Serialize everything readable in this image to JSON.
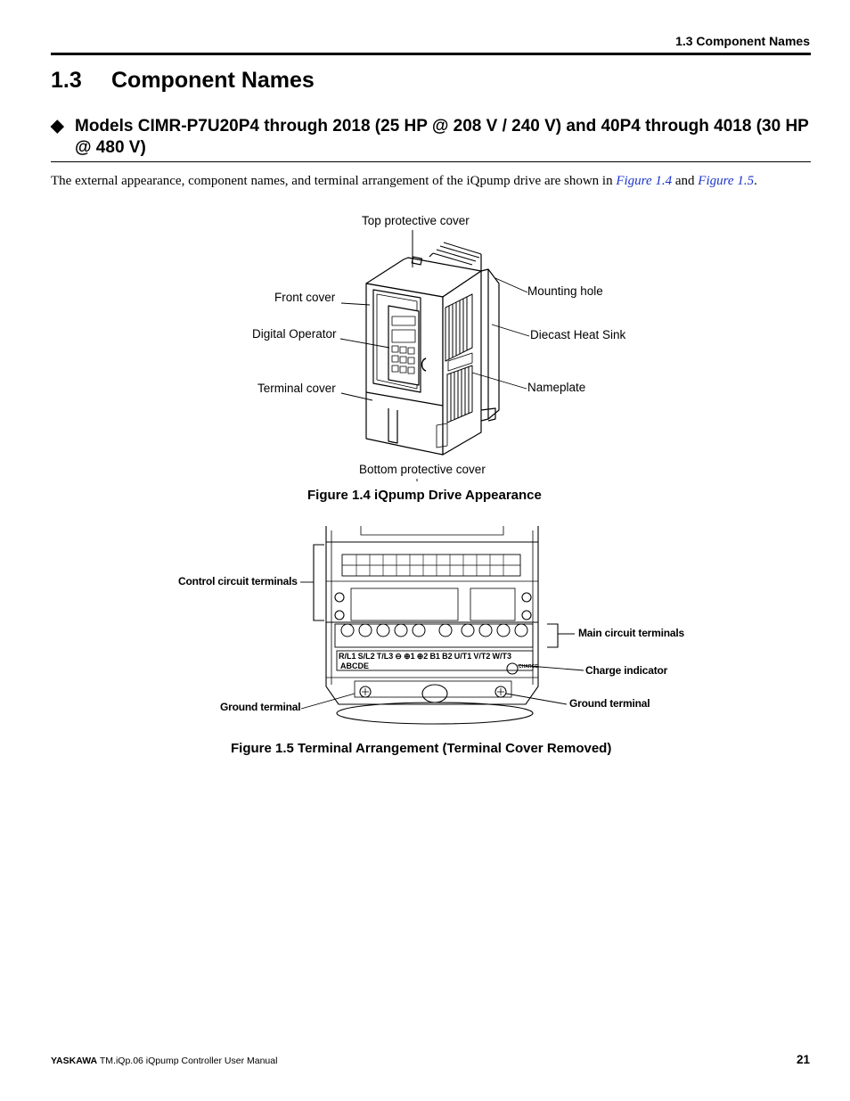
{
  "running_head": "1.3  Component Names",
  "section": {
    "number": "1.3",
    "title": "Component Names"
  },
  "subsection": {
    "bullet": "◆",
    "title": "Models CIMR-P7U20P4 through 2018 (25 HP @ 208 V / 240 V) and 40P4 through 4018 (30 HP @ 480 V)"
  },
  "intro": {
    "before": "The external appearance, component names, and terminal arrangement of the iQpump drive are shown in ",
    "ref1": "Figure 1.4",
    "middle": " and ",
    "ref2": "Figure 1.5",
    "after": "."
  },
  "figure_1_4": {
    "labels": {
      "top_cover": "Top protective cover",
      "front_cover": "Front cover",
      "digital_operator": "Digital Operator",
      "terminal_cover": "Terminal cover",
      "mounting_hole": "Mounting hole",
      "heat_sink": "Diecast Heat Sink",
      "nameplate": "Nameplate",
      "bottom_cover": "Bottom protective cover"
    },
    "caption": "Figure 1.4  iQpump Drive Appearance"
  },
  "figure_1_5": {
    "labels": {
      "control_terminals": "Control circuit terminals",
      "main_terminals": "Main circuit terminals",
      "charge_indicator": "Charge indicator",
      "ground_left": "Ground terminal",
      "ground_right": "Ground terminal"
    },
    "terminal_row": [
      "R/L1",
      "S/L2",
      "T/L3",
      "⊖",
      "⊕1",
      "⊕2",
      "B1",
      "B2",
      "U/T1",
      "V/T2",
      "W/T3"
    ],
    "terminal_code": "ABCDE",
    "charge_tag": "CHARGE",
    "caption": "Figure 1.5  Terminal Arrangement (Terminal Cover Removed)"
  },
  "footer": {
    "brand": "YASKAWA",
    "manual": " TM.iQp.06 iQpump Controller User Manual",
    "page": "21"
  }
}
